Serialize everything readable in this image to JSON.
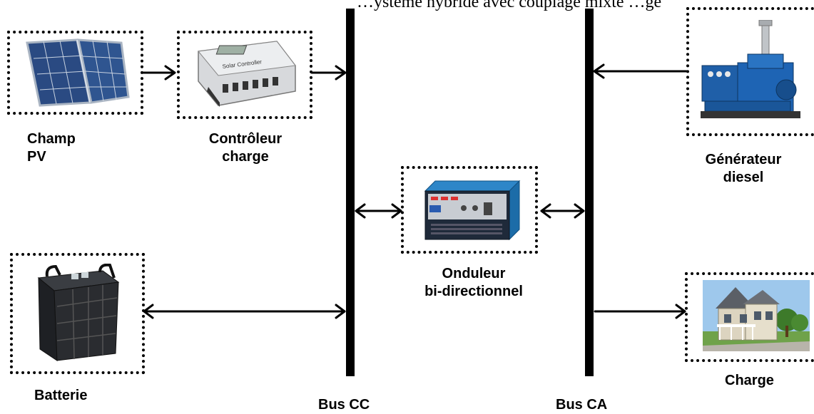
{
  "caption_fragment": "…ystème hybride avec couplage mixte …ge",
  "nodes": {
    "pv": {
      "line1": "Champ",
      "line2": "PV"
    },
    "controller": {
      "line1": "Contrôleur",
      "line2": "charge",
      "device_text": "Solar Controller"
    },
    "generator": {
      "line1": "Générateur",
      "line2": "diesel"
    },
    "inverter": {
      "line1": "Onduleur",
      "line2": "bi-directionnel"
    },
    "battery": {
      "label": "Batterie"
    },
    "load": {
      "label": "Charge"
    }
  },
  "buses": {
    "dc": "Bus CC",
    "ac": "Bus CA"
  }
}
